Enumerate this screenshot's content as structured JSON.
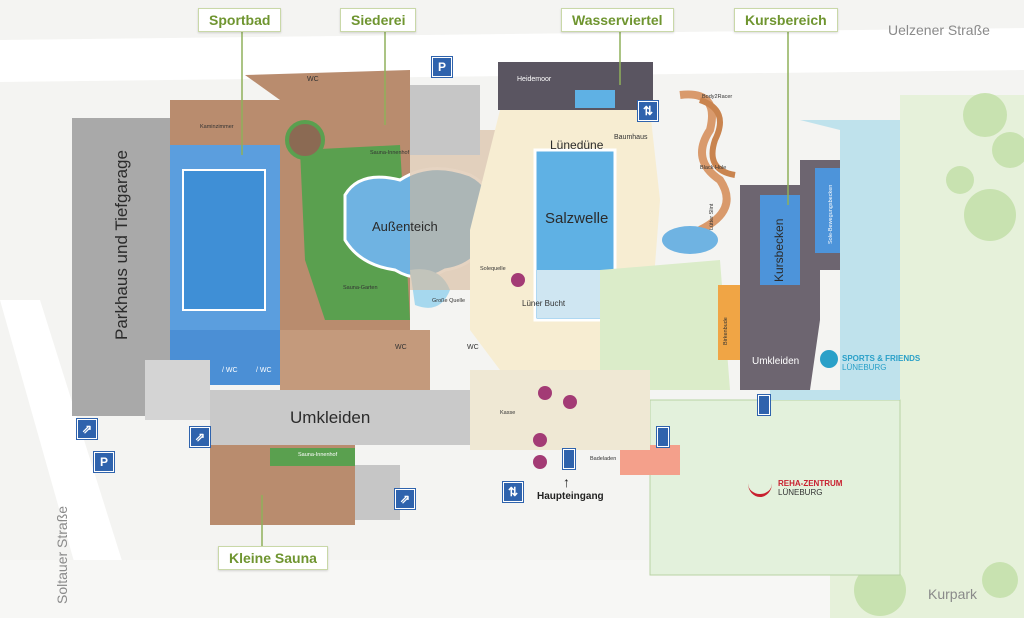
{
  "callouts": {
    "sportbad": "Sportbad",
    "siederei": "Siederei",
    "wasserviertel": "Wasserviertel",
    "kursbereich": "Kursbereich",
    "kleine_sauna": "Kleine Sauna"
  },
  "streets": {
    "uelzener": "Uelzener Straße",
    "soltauer": "Soltauer Straße",
    "kurpark": "Kurpark"
  },
  "zones": {
    "parkhaus": "Parkhaus und Tiefgarage",
    "aussenteich": "Außenteich",
    "salzwelle": "Salzwelle",
    "luneduene": "Lünedüne",
    "umkleiden_main": "Umkleiden",
    "umkleiden_kurs": "Umkleiden",
    "kursbecken": "Kursbecken",
    "luener_bucht": "Lüner Bucht",
    "haupteingang": "Haupteingang",
    "heidemoor": "Heidemoor",
    "baumhaus": "Baumhaus",
    "body2racer": "Body2Racer",
    "black_hole": "Black Hole",
    "luetter_slint": "Lütter Slint",
    "sole_bewegungsbecken": "Sole-Bewegungsbecken",
    "birkenbude": "Birkenbude",
    "sauna_garten": "Sauna-Garten",
    "sauna_innenhof": "Sauna-Innenhof",
    "sauna_innenhof_2": "Sauna-Innenhof",
    "kasse": "Kasse",
    "badeladen": "Badeladen",
    "solequelle": "Solequelle",
    "grosse_quelle": "Große Quelle",
    "kaminzimmer": "Kaminzimmer",
    "wc": "WC",
    "wc_slash": "/ WC"
  },
  "logos": {
    "sports_friends_1": "SPORTS & FRIENDS",
    "sports_friends_2": "LÜNEBURG",
    "reha_1": "REHA-ZENTRUM",
    "reha_2": "LÜNEBURG"
  },
  "icons": {
    "parking": "parking-icon",
    "stairs": "stairs-icon",
    "elevator": "elevator-icon",
    "door": "door-icon",
    "arrow": "arrow-up-icon"
  },
  "colors": {
    "callout_text": "#6f9530",
    "pool_blue": "#3f8fd6",
    "sauna_brown": "#b98c6e",
    "lawn_green": "#5aa04f",
    "sand": "#f7edd2",
    "rehab_green": "#e3f1dc",
    "kurs_gray": "#6d6570",
    "icon_blue": "#2f63ad"
  }
}
